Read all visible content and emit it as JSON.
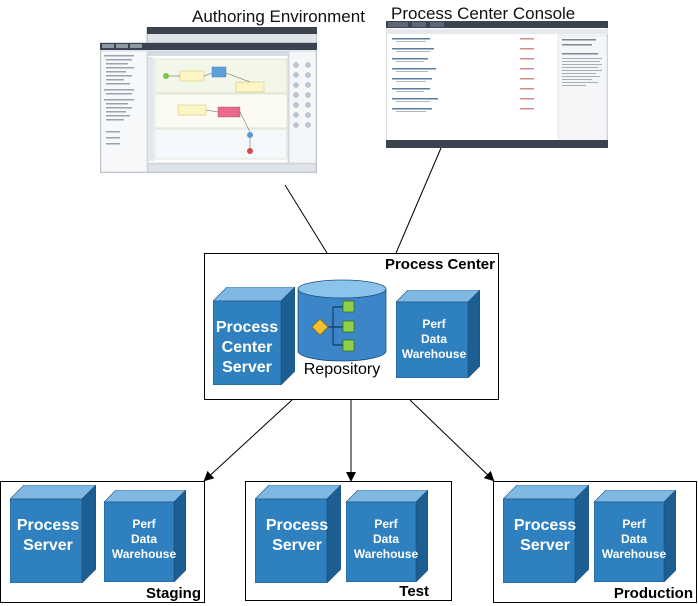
{
  "captions": {
    "authoring": "Authoring Environment",
    "console": "Process Center Console"
  },
  "center": {
    "title": "Process Center",
    "server_line1": "Process",
    "server_line2": "Center",
    "server_line3": "Server",
    "repository": "Repository",
    "warehouse_line1": "Perf",
    "warehouse_line2": "Data",
    "warehouse_line3": "Warehouse"
  },
  "environments": [
    {
      "label": "Staging",
      "server_line1": "Process",
      "server_line2": "Server",
      "wh_line1": "Perf",
      "wh_line2": "Data",
      "wh_line3": "Warehouse"
    },
    {
      "label": "Test",
      "server_line1": "Process",
      "server_line2": "Server",
      "wh_line1": "Perf",
      "wh_line2": "Data",
      "wh_line3": "Warehouse"
    },
    {
      "label": "Production",
      "server_line1": "Process",
      "server_line2": "Server",
      "wh_line1": "Perf",
      "wh_line2": "Data",
      "wh_line3": "Warehouse"
    }
  ],
  "colors": {
    "cube_front": "#2f80bf",
    "cube_side": "#1d5e92",
    "cube_top": "#7fb8e3",
    "repo_fill": "#3a86c8",
    "diamond": "#f2c12e",
    "node": "#8fcf4a"
  }
}
